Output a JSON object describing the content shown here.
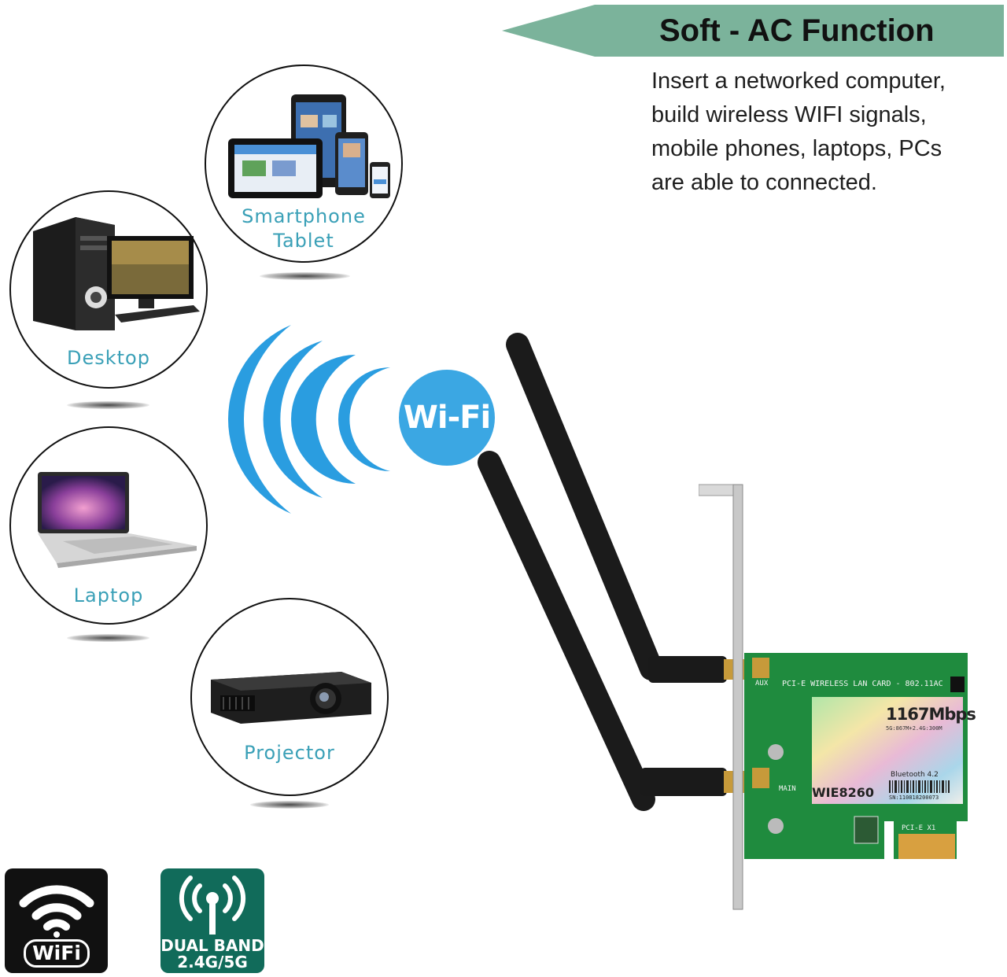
{
  "banner": {
    "title": "Soft - AC Function",
    "color": "#7bb39b"
  },
  "description": {
    "lines": [
      "Insert a networked computer,",
      "build wireless WIFI signals,",
      "mobile phones, laptops, PCs",
      "are able to connected."
    ]
  },
  "devices": [
    {
      "label_lines": [
        "Smartphone",
        "Tablet"
      ],
      "icon": "smartphone-tablet-icon"
    },
    {
      "label_lines": [
        "Desktop"
      ],
      "icon": "desktop-computer-icon"
    },
    {
      "label_lines": [
        "Laptop"
      ],
      "icon": "laptop-icon"
    },
    {
      "label_lines": [
        "Projector"
      ],
      "icon": "projector-icon"
    }
  ],
  "wifi_bubble": {
    "text": "Wi-Fi",
    "color": "#3ba7e3"
  },
  "card": {
    "header": "PCI-E WIRELESS LAN CARD - 802.11AC",
    "speed": "1167Mbps",
    "speed_detail": "5G:867M+2.4G:300M",
    "bluetooth": "Bluetooth 4.2",
    "model": "WIE8260",
    "serial": "SN:110818200073",
    "aux": "AUX",
    "main": "MAIN",
    "slot": "PCI-E X1",
    "pcb_color": "#1f8b3e"
  },
  "badges": {
    "wifi_logo": {
      "text": "WiFi"
    },
    "dual_band": {
      "line1": "DUAL BAND",
      "line2": "2.4G/5G",
      "color": "#116b5a"
    }
  }
}
